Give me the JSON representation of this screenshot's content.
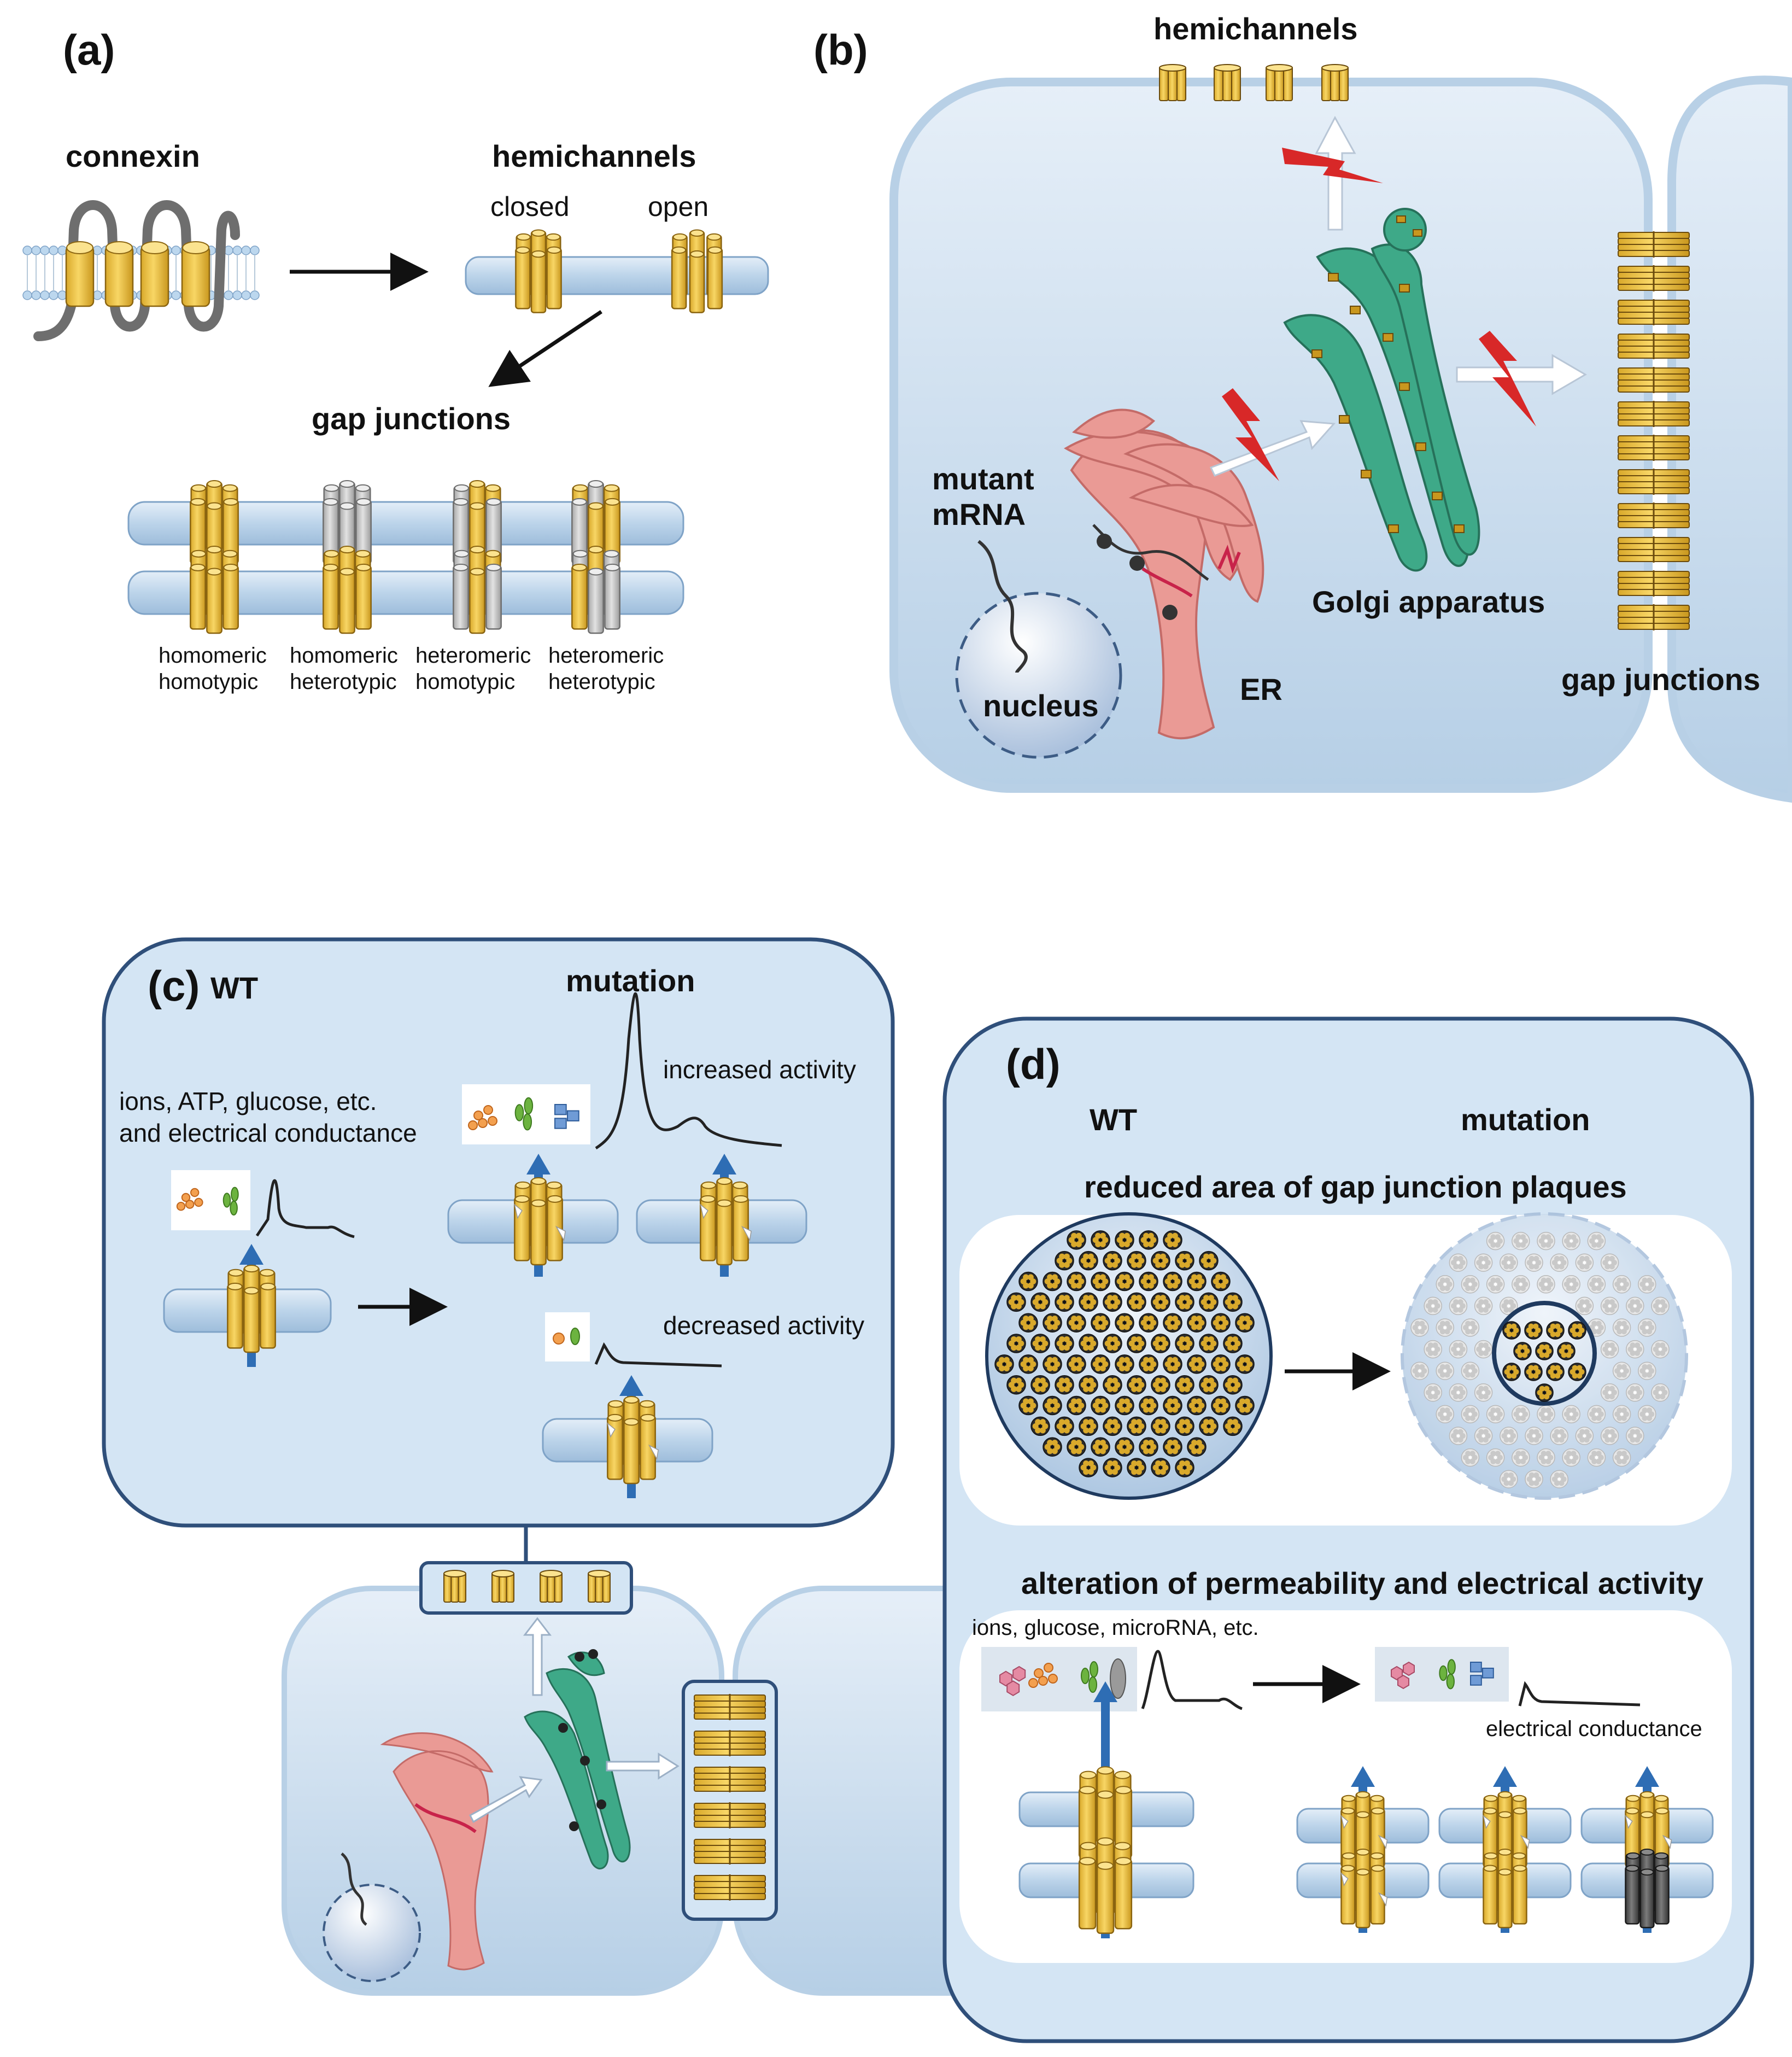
{
  "panel_a": {
    "label": "(a)",
    "connexin": "connexin",
    "hemichannels": "hemichannels",
    "closed": "closed",
    "open": "open",
    "gap_junctions": "gap junctions",
    "types": [
      {
        "line1": "homomeric",
        "line2": "homotypic"
      },
      {
        "line1": "homomeric",
        "line2": "heterotypic"
      },
      {
        "line1": "heteromeric",
        "line2": "homotypic"
      },
      {
        "line1": "heteromeric",
        "line2": "heterotypic"
      }
    ]
  },
  "panel_b": {
    "label": "(b)",
    "hemichannels": "hemichannels",
    "mutant_line1": "mutant",
    "mutant_line2": "mRNA",
    "nucleus": "nucleus",
    "er": "ER",
    "golgi": "Golgi apparatus",
    "gap_junctions": "gap junctions"
  },
  "panel_c": {
    "label": "(c)",
    "wt": "WT",
    "mutation": "mutation",
    "permeants_line1": "ions, ATP, glucose, etc.",
    "permeants_line2": "and electrical conductance",
    "increased": "increased activity",
    "decreased": "decreased activity"
  },
  "panel_d": {
    "label": "(d)",
    "wt": "WT",
    "mutation": "mutation",
    "plaques_title": "reduced area of gap junction plaques",
    "perm_title": "alteration of permeability and electrical activity",
    "permeants": "ions, glucose, microRNA, etc.",
    "conductance": "electrical conductance"
  },
  "colors": {
    "connexin": "#F2C94C",
    "connexin_alt": "#C8C8C8",
    "connexin_dark": "#555555",
    "membrane": "#C7DDF0",
    "cell_fill": "#D4E5F4",
    "golgi": "#3EA988",
    "er": "#EA9A95",
    "lightning": "#D82828",
    "arrow_flow": "#2E6DB4",
    "panel_border": "#2F4F7A"
  }
}
